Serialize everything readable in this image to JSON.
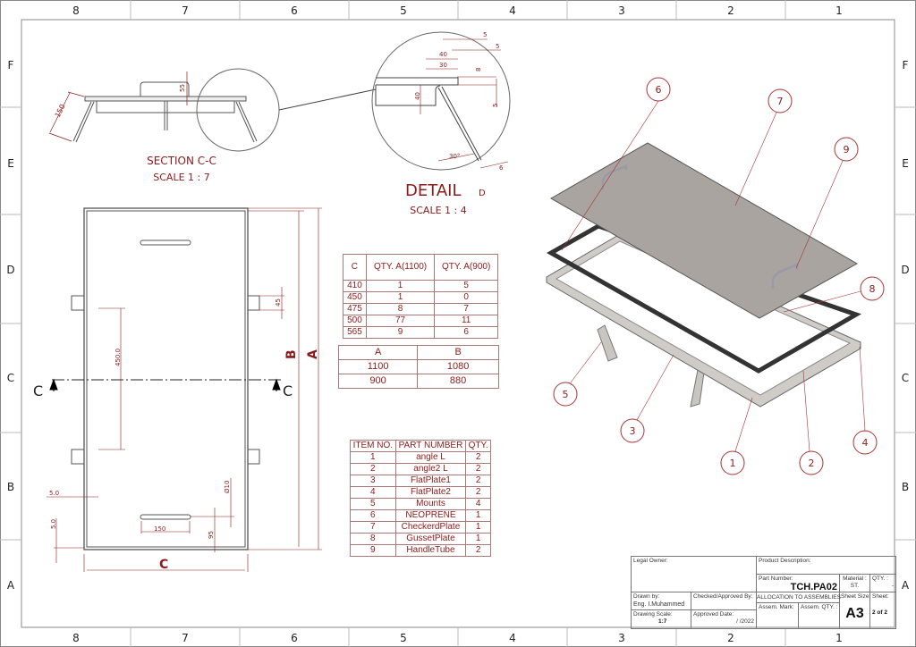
{
  "border": {
    "columns": [
      "8",
      "7",
      "6",
      "5",
      "4",
      "3",
      "2",
      "1"
    ],
    "rows": [
      "F",
      "E",
      "D",
      "C",
      "B",
      "A"
    ]
  },
  "section_view": {
    "title": "SECTION C-C",
    "scale": "SCALE 1 : 7",
    "dim_leg": "150",
    "dim_handle": "55"
  },
  "detail_view": {
    "title": "DETAIL",
    "label": "D",
    "scale": "SCALE 1 : 4",
    "dims": {
      "d5a": "5",
      "d5b": "5",
      "d40": "40",
      "d30": "30",
      "d8": "8",
      "d40v": "40",
      "d5v": "5",
      "angle": "30°",
      "d6": "6"
    }
  },
  "plan_view": {
    "dim_A": "A",
    "dim_B": "B",
    "dim_C": "C",
    "dim_450": "450.0",
    "dim_45": "45",
    "dim_5a": "5.0",
    "dim_5b": "5.0",
    "dim_150": "150",
    "dim_95": "95",
    "dim_dia": "Ø10",
    "section_mark": "C"
  },
  "qty_table": {
    "headers": [
      "C",
      "QTY. A(1100)",
      "QTY. A(900)"
    ],
    "rows": [
      [
        "410",
        "1",
        "5"
      ],
      [
        "450",
        "1",
        "0"
      ],
      [
        "475",
        "8",
        "7"
      ],
      [
        "500",
        "77",
        "11"
      ],
      [
        "565",
        "9",
        "6"
      ]
    ]
  },
  "ab_table": {
    "headers": [
      "A",
      "B"
    ],
    "rows": [
      [
        "1100",
        "1080"
      ],
      [
        "900",
        "880"
      ]
    ]
  },
  "bom": {
    "headers": [
      "ITEM NO.",
      "PART NUMBER",
      "QTY."
    ],
    "rows": [
      [
        "1",
        "angle L",
        "2"
      ],
      [
        "2",
        "angle2 L",
        "2"
      ],
      [
        "3",
        "FlatPlate1",
        "2"
      ],
      [
        "4",
        "FlatPlate2",
        "2"
      ],
      [
        "5",
        "Mounts",
        "4"
      ],
      [
        "6",
        "NEOPRENE",
        "1"
      ],
      [
        "7",
        "CheckerdPlate",
        "1"
      ],
      [
        "8",
        "GussetPlate",
        "1"
      ],
      [
        "9",
        "HandleTube",
        "2"
      ]
    ]
  },
  "balloons": [
    "6",
    "7",
    "9",
    "8",
    "5",
    "3",
    "1",
    "2",
    "4"
  ],
  "title_block": {
    "legal_owner": "Legal Owner:",
    "product_description": "Product Description:",
    "part_number_label": "Part Number:",
    "part_number": "TCH.PA02",
    "material_label": "Material :",
    "material": "ST.",
    "qty_label": "QTY. :",
    "qty": "-",
    "drawn_by_label": "Drawn by:",
    "drawn_by": "Eng. I.Muhammed",
    "checked_label": "Checked/Approved By:",
    "allocation": "ALLOCATION TO ASSEMBLIES",
    "sheet_size_label": "Sheet Size:",
    "sheet_size": "A3",
    "sheet_label": "Sheet:",
    "sheet": "2 of 2",
    "scale_label": "Drawing Scale:",
    "scale": "1:7",
    "approved_date_label": "Approved Date:",
    "approved_date": "/   /2022",
    "assem_mark": "Assem. Mark:",
    "assem_qty": "Assem. QTY. :"
  }
}
